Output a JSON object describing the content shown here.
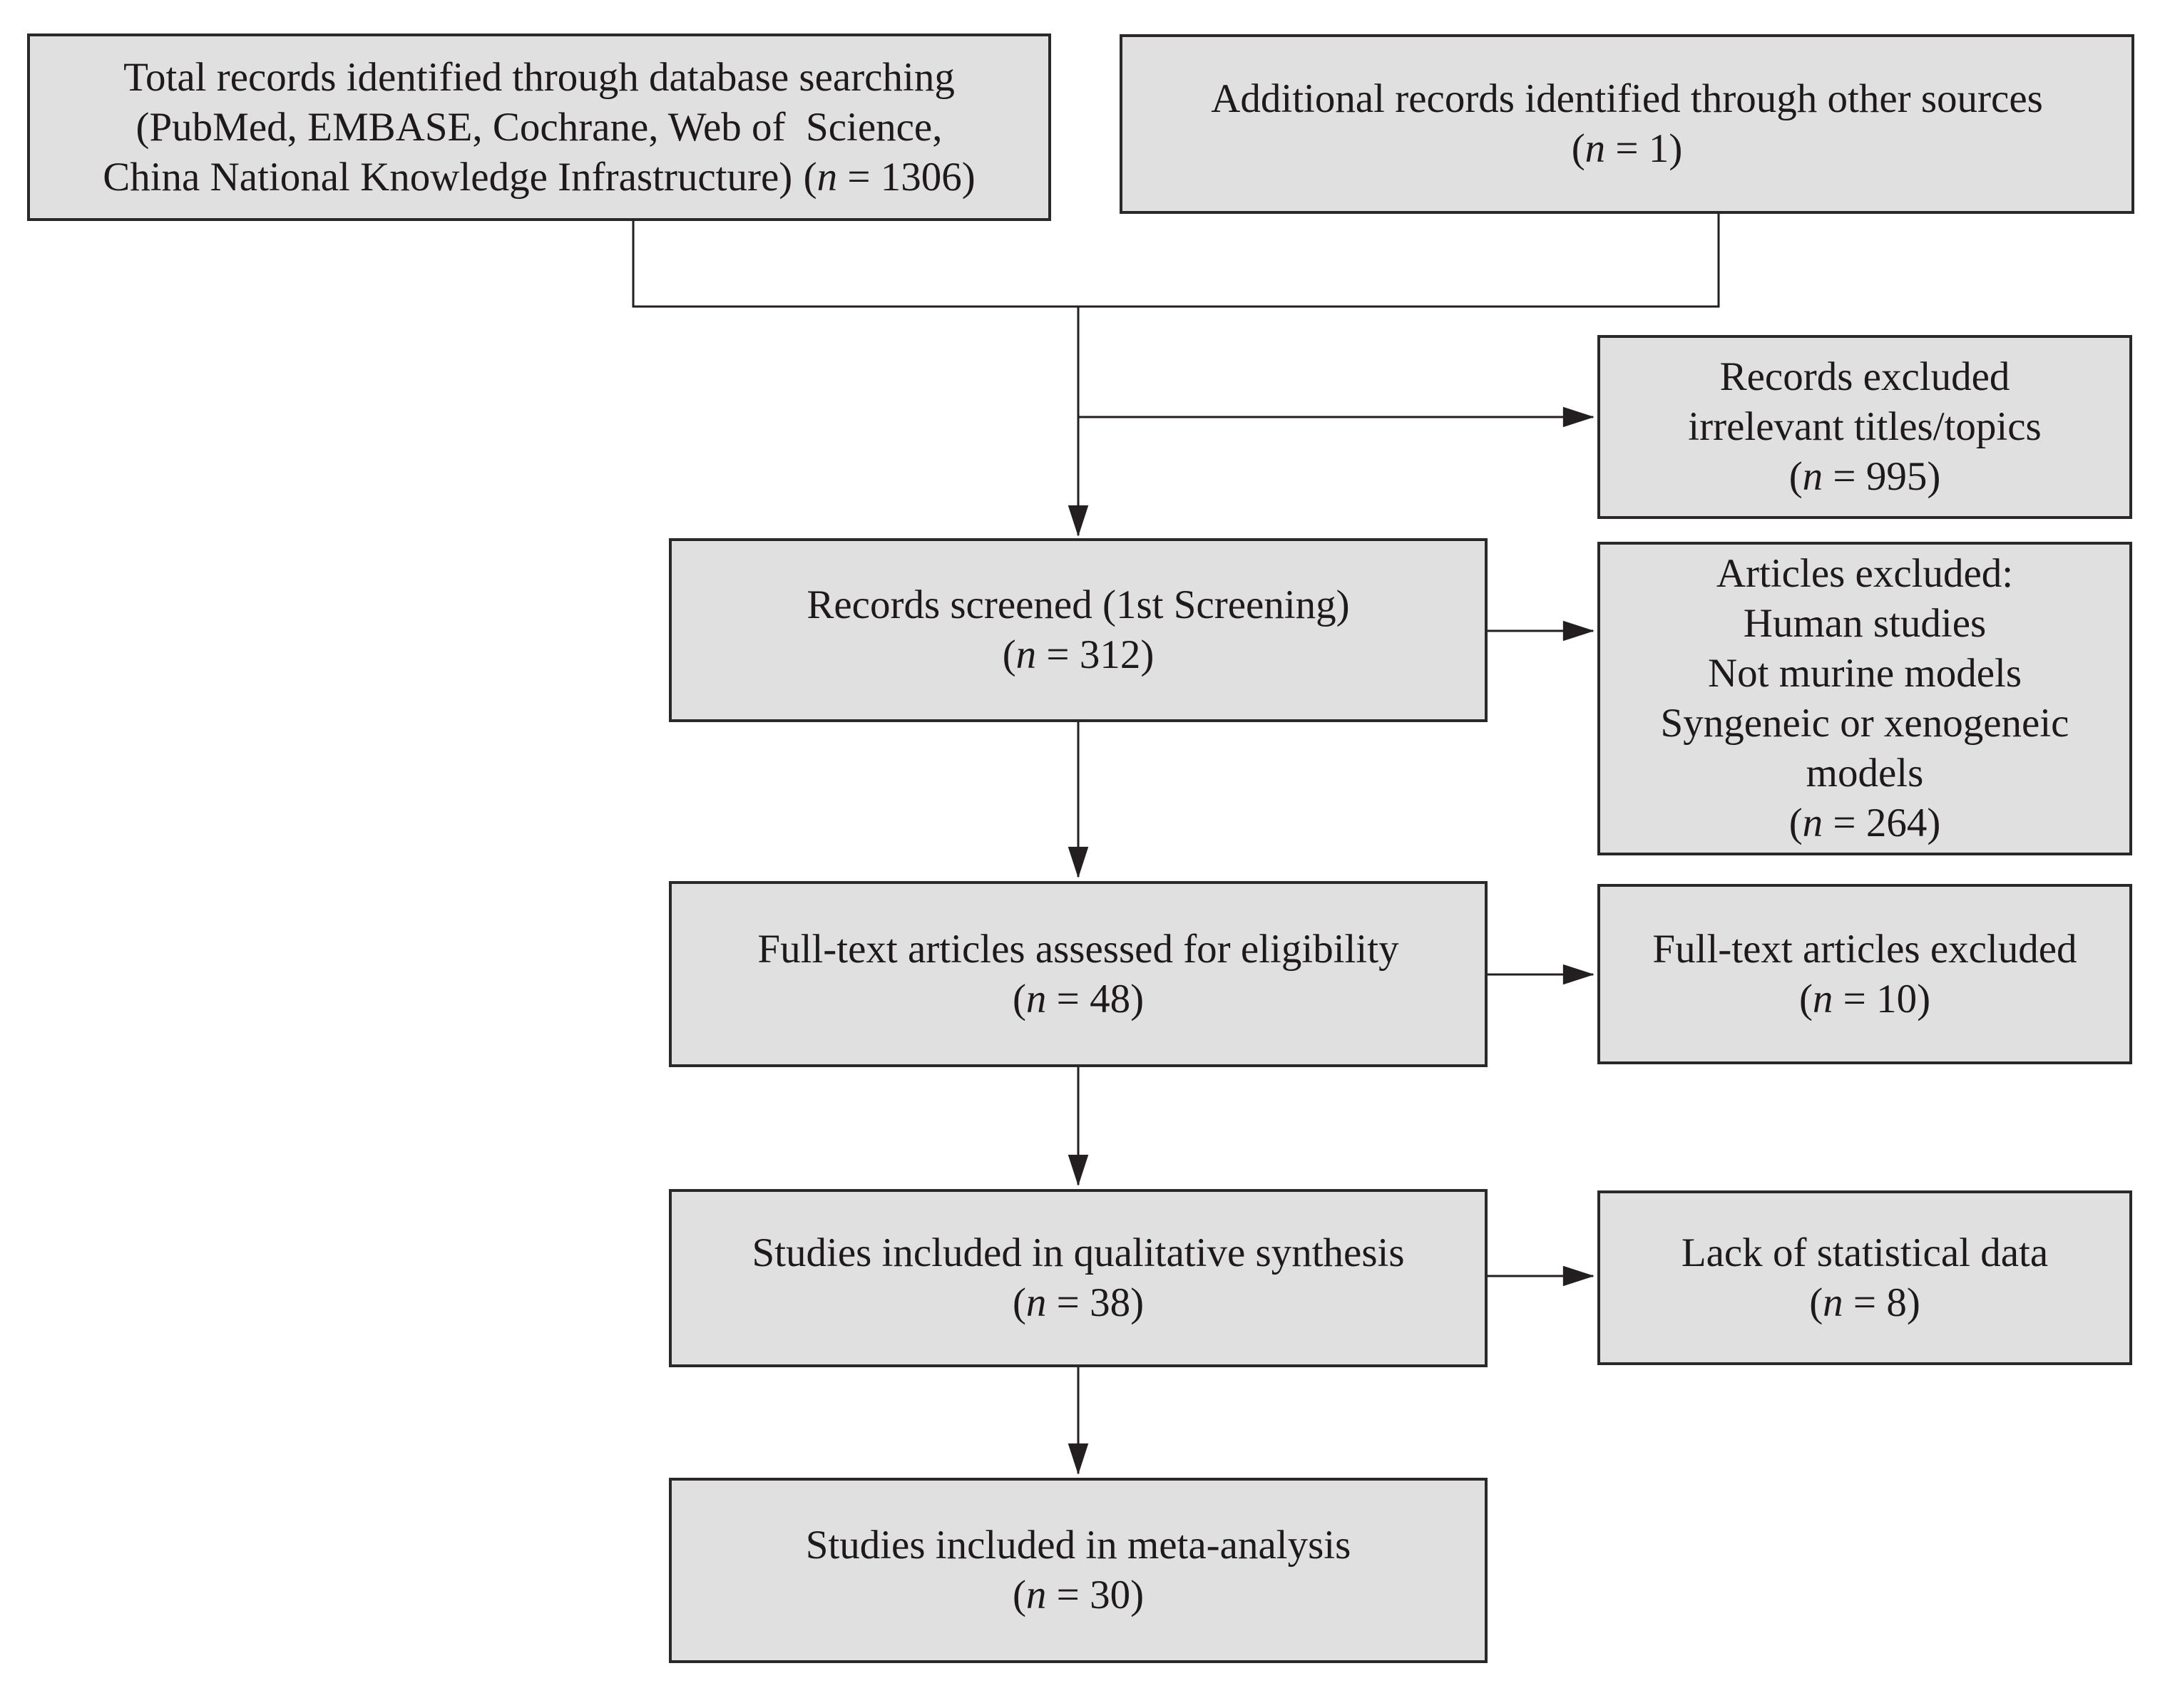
{
  "theme": {
    "page-bg": "#ffffff",
    "box-fill": "#e0e0e0",
    "box-border": "#2b2829",
    "line-color": "#231f20",
    "text-color": "#1e1a1b"
  },
  "diagram": {
    "boxes": [
      {
        "id": "total-records-identified",
        "lines": [
          "Total records identified through database searching",
          "(PubMed, EMBASE, Cochrane, Web of  Science,",
          "China National Knowledge Infrastructure)"
        ],
        "count": {
          "open": "(",
          "var": "n",
          "rest": " = 1306)"
        }
      },
      {
        "id": "additional-records",
        "lines": [
          "Additional records identified through other sources"
        ],
        "count": {
          "open": "(",
          "var": "n",
          "rest": " = 1)"
        }
      },
      {
        "id": "records-excluded",
        "lines": [
          "Records excluded",
          "irrelevant titles/topics"
        ],
        "count": {
          "open": "(",
          "var": "n",
          "rest": " = 995)"
        }
      },
      {
        "id": "records-screened",
        "lines": [
          "Records screened (1st Screening)"
        ],
        "count": {
          "open": "(",
          "var": "n",
          "rest": " = 312)"
        }
      },
      {
        "id": "articles-excluded",
        "lines": [
          "Articles excluded:",
          "Human studies",
          "Not murine models",
          "Syngeneic or xenogeneic",
          "models"
        ],
        "count": {
          "open": "(",
          "var": "n",
          "rest": " = 264)"
        }
      },
      {
        "id": "fulltext-assessed",
        "lines": [
          "Full-text articles assessed for eligibility"
        ],
        "count": {
          "open": "(",
          "var": "n",
          "rest": " = 48)"
        }
      },
      {
        "id": "fulltext-excluded",
        "lines": [
          "Full-text articles excluded"
        ],
        "count": {
          "open": "(",
          "var": "n",
          "rest": " = 10)"
        }
      },
      {
        "id": "qualitative-synthesis",
        "lines": [
          "Studies included in qualitative synthesis"
        ],
        "count": {
          "open": "(",
          "var": "n",
          "rest": " = 38)"
        }
      },
      {
        "id": "lack-statistical-data",
        "lines": [
          "Lack of statistical data"
        ],
        "count": {
          "open": "(",
          "var": "n",
          "rest": " = 8)"
        }
      },
      {
        "id": "meta-analysis",
        "lines": [
          "Studies included in meta-analysis"
        ],
        "count": {
          "open": "(",
          "var": "n",
          "rest": " = 30)"
        }
      }
    ]
  }
}
